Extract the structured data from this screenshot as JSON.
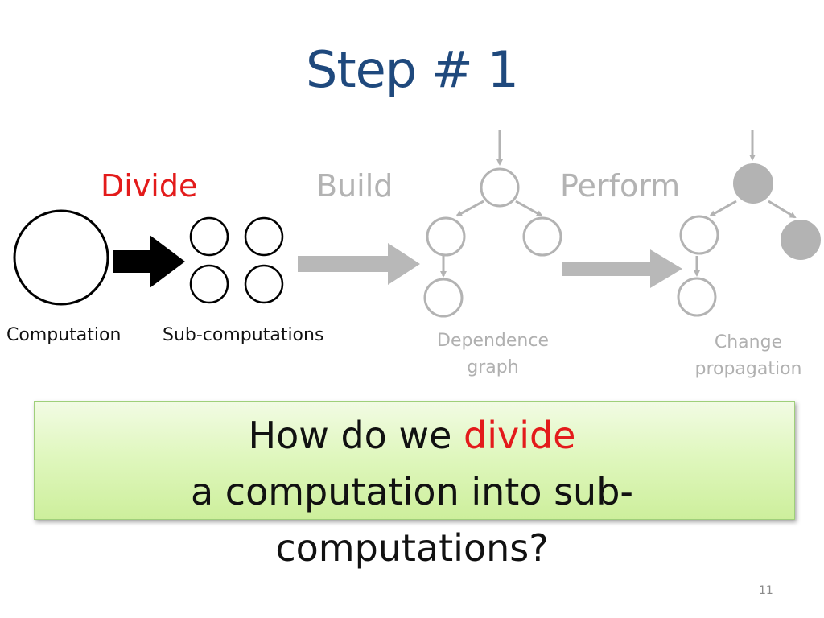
{
  "slide": {
    "title": "Step # 1",
    "page_number": "11"
  },
  "stages": {
    "divide": "Divide",
    "build": "Build",
    "perform": "Perform"
  },
  "labels": {
    "computation": "Computation",
    "sub_computations": "Sub-computations",
    "dependence_graph_line1": "Dependence",
    "dependence_graph_line2": "graph",
    "change_propagation_line1": "Change",
    "change_propagation_line2": "propagation"
  },
  "question": {
    "part1": "How do we ",
    "highlight": "divide",
    "line2": "a computation into sub-",
    "line3": "computations?"
  },
  "colors": {
    "title": "#1f497d",
    "active_stage": "#e31b1b",
    "inactive": "#b3b3b3",
    "box_fill": "#d8f4b0"
  }
}
